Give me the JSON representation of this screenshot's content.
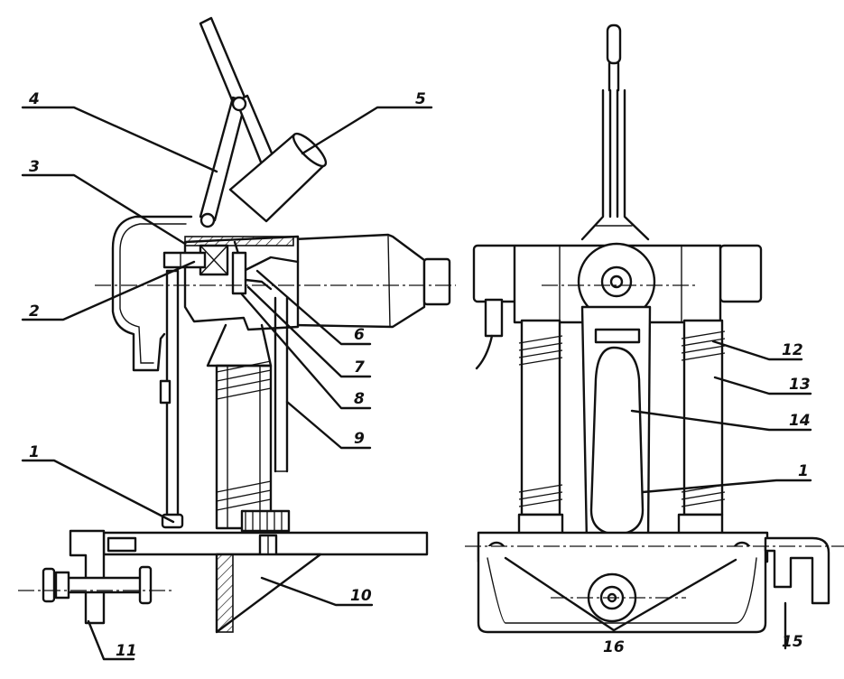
{
  "diagram": {
    "callouts": [
      {
        "id": "c1a",
        "text": "1"
      },
      {
        "id": "c2",
        "text": "2"
      },
      {
        "id": "c3",
        "text": "3"
      },
      {
        "id": "c4",
        "text": "4"
      },
      {
        "id": "c5",
        "text": "5"
      },
      {
        "id": "c6",
        "text": "6"
      },
      {
        "id": "c7",
        "text": "7"
      },
      {
        "id": "c8",
        "text": "8"
      },
      {
        "id": "c9",
        "text": "9"
      },
      {
        "id": "c10",
        "text": "10"
      },
      {
        "id": "c11",
        "text": "11"
      },
      {
        "id": "c12",
        "text": "12"
      },
      {
        "id": "c13",
        "text": "13"
      },
      {
        "id": "c14",
        "text": "14"
      },
      {
        "id": "c1b",
        "text": "1"
      },
      {
        "id": "c15",
        "text": "15"
      },
      {
        "id": "c16",
        "text": "16"
      }
    ]
  }
}
